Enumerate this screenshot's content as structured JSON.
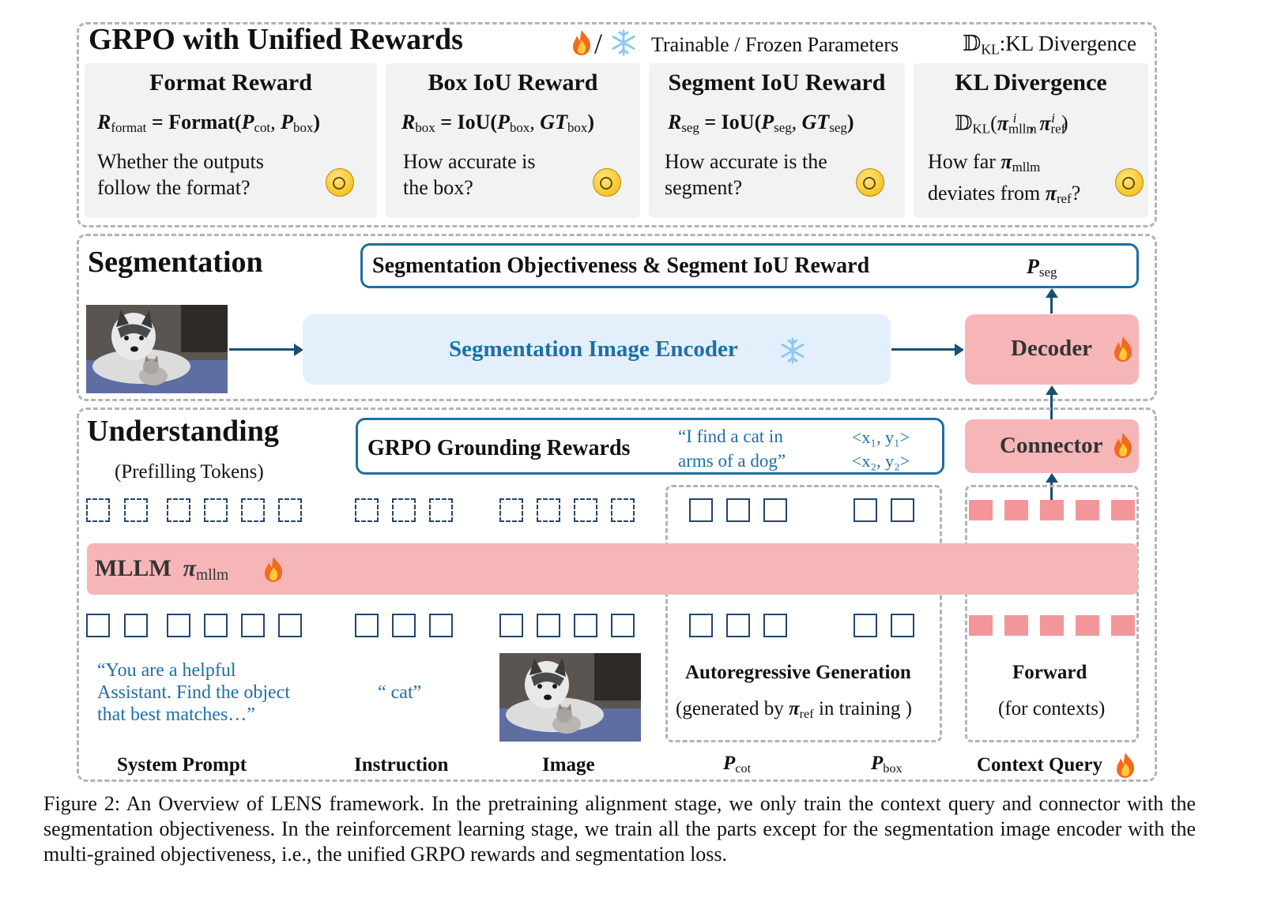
{
  "header": {
    "title": "GRPO with Unified Rewards",
    "legend_sep": "/",
    "legend_text": "Trainable / Frozen Parameters",
    "kl_symbol": "𝔻",
    "kl_sub": "KL",
    "kl_text": ":KL Divergence"
  },
  "rewards": [
    {
      "title": "Format Reward",
      "formula_lhs": "R",
      "formula_lhs_sub": "format",
      "formula_rhs": " = Format(",
      "desc": [
        "Whether the outputs",
        "follow the format?"
      ]
    },
    {
      "title": "Box IoU Reward",
      "formula_lhs": "R",
      "formula_lhs_sub": "box",
      "formula_rhs": " = IoU(",
      "desc": [
        "How accurate is",
        "the box?"
      ]
    },
    {
      "title": "Segment IoU Reward",
      "formula_lhs": "R",
      "formula_lhs_sub": "seg",
      "formula_rhs": " = IoU(",
      "desc": [
        "How accurate is the",
        "segment?"
      ]
    },
    {
      "title": "KL Divergence",
      "formula_lhs": "𝔻",
      "formula_lhs_sub": "KL",
      "formula_rhs": "",
      "desc": [
        "How far",
        "deviates from"
      ]
    }
  ],
  "segmentation": {
    "title": "Segmentation",
    "objective_label": "Segmentation Objectiveness & Segment IoU Reward",
    "pseg": "P",
    "pseg_sub": "seg",
    "encoder_label": "Segmentation Image Encoder",
    "decoder_label": "Decoder"
  },
  "understanding": {
    "title": "Understanding",
    "prefill": "(Prefilling Tokens)",
    "grpo_label": "GRPO Grounding Rewards",
    "quote_line1": "“I find a cat in",
    "quote_line2": "arms of a dog”",
    "coord1": "<x₁, y₁>",
    "coord2": "<x₂, y₂>",
    "connector_label": "Connector",
    "mllm_label": "MLLM",
    "pi_symbol": "π",
    "pi_sub": "mllm",
    "system_prompt_text": [
      "“You are a helpful",
      "Assistant. Find the object",
      "that best matches…”"
    ],
    "instruction_text": "“ cat”",
    "autoreg_title": "Autoregressive Generation",
    "autoreg_sub_pre": "(generated by ",
    "autoreg_sub_pi": "π",
    "autoreg_sub_pisub": "ref",
    "autoreg_sub_post": " in training )",
    "forward_title": "Forward",
    "forward_sub": "(for contexts)"
  },
  "bottom_labels": {
    "system_prompt": "System Prompt",
    "instruction": "Instruction",
    "image": "Image",
    "pcot": "P",
    "pcot_sub": "cot",
    "pbox": "P",
    "pbox_sub": "box",
    "context_query": "Context Query"
  },
  "caption": "Figure 2: An Overview of LENS framework. In the pretraining alignment stage, we only train the context query and connector with the segmentation objectiveness. In the reinforcement learning stage, we train all the parts except for the segmentation image encoder with the multi-grained objectiveness, i.e., the unified GRPO rewards and segmentation loss.",
  "colors": {
    "panel_border": "#b3b3b3",
    "reward_bg": "#f2f2f2",
    "pink": "#f6b6b8",
    "pink_token": "#f2969a",
    "encoder_bg": "#e3effb",
    "accent_blue": "#1e6fa8",
    "token_border": "#24456f"
  }
}
